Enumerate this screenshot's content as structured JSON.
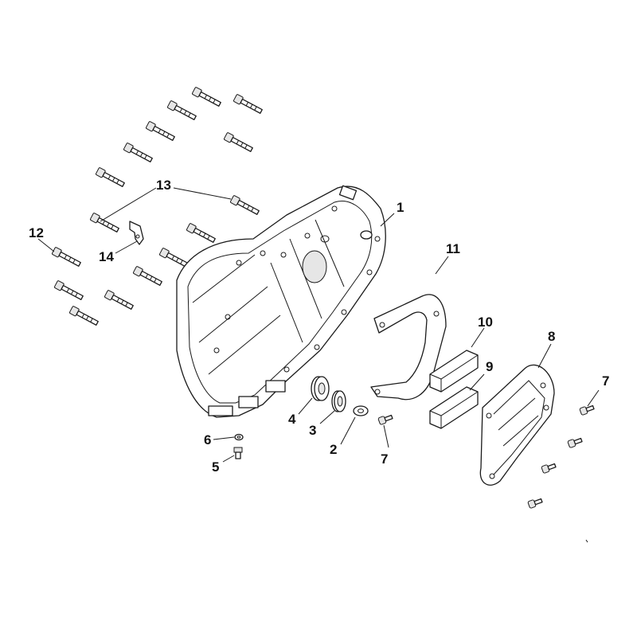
{
  "colors": {
    "line": "#1a1a1a",
    "background": "#ffffff",
    "shade": "#e6e6e6"
  },
  "callouts": [
    {
      "id": "1",
      "label": "1"
    },
    {
      "id": "2",
      "label": "2"
    },
    {
      "id": "3",
      "label": "3"
    },
    {
      "id": "4",
      "label": "4"
    },
    {
      "id": "5",
      "label": "5"
    },
    {
      "id": "6",
      "label": "6"
    },
    {
      "id": "7a",
      "label": "7"
    },
    {
      "id": "7b",
      "label": "7"
    },
    {
      "id": "8",
      "label": "8"
    },
    {
      "id": "9",
      "label": "9"
    },
    {
      "id": "10",
      "label": "10"
    },
    {
      "id": "11",
      "label": "11"
    },
    {
      "id": "12",
      "label": "12"
    },
    {
      "id": "13",
      "label": "13"
    },
    {
      "id": "14",
      "label": "14"
    }
  ]
}
